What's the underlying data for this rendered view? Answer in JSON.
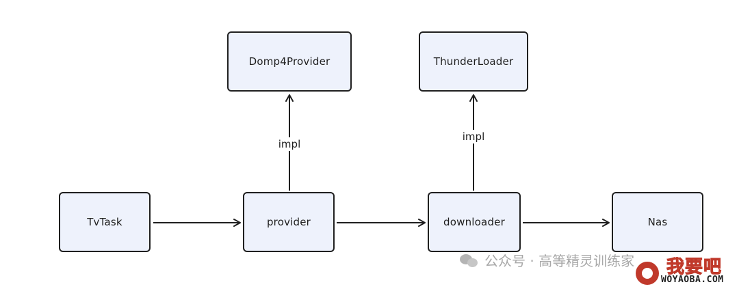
{
  "nodes": {
    "domp4provider": "Domp4Provider",
    "thunderloader": "ThunderLoader",
    "tvtask": "TvTask",
    "provider": "provider",
    "downloader": "downloader",
    "nas": "Nas"
  },
  "edge_labels": {
    "provider_impl": "impl",
    "downloader_impl": "impl"
  },
  "watermark": {
    "text": "公众号 · 高等精灵训练家",
    "logo_cn": "我要吧",
    "logo_en": "WOYAOBA.COM"
  },
  "colors": {
    "node_fill": "#eef2fc",
    "node_border": "#1f1f1f",
    "edge": "#1f1f1f"
  }
}
